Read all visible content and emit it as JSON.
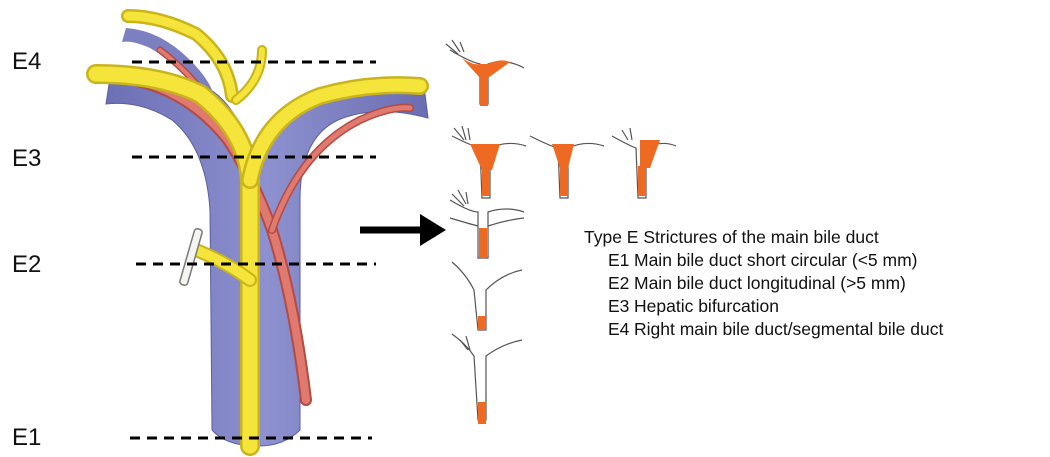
{
  "levels": [
    "E4",
    "E3",
    "E2",
    "E1"
  ],
  "legend": {
    "title": "Type E Strictures of the main bile duct",
    "items": [
      {
        "code": "E1",
        "text": "Main bile duct short circular (<5 mm)"
      },
      {
        "code": "E2",
        "text": "Main bile duct longitudinal (>5 mm)"
      },
      {
        "code": "E3",
        "text": "Hepatic bifurcation"
      },
      {
        "code": "E4",
        "text": "Right main bile duct/segmental bile duct"
      }
    ]
  },
  "colors": {
    "bile_duct": "#f5e43a",
    "portal_vein": "#7f83c2",
    "artery": "#d9695c",
    "stricture": "#ee6a22",
    "arrow": "#000000"
  }
}
